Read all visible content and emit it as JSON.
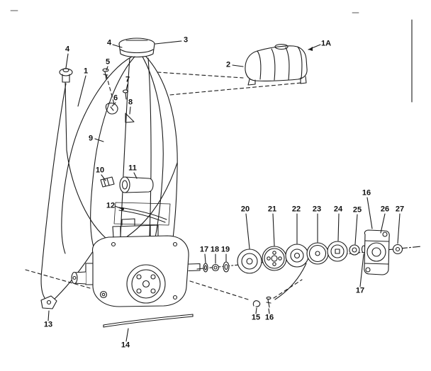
{
  "figure": {
    "type": "exploded-parts-diagram",
    "background_color": "#ffffff",
    "line_color": "#1b1b1b"
  },
  "callouts": [
    {
      "label": "4"
    },
    {
      "label": "1"
    },
    {
      "label": "4"
    },
    {
      "label": "5"
    },
    {
      "label": "3"
    },
    {
      "label": "2"
    },
    {
      "label": "1A"
    },
    {
      "label": "7"
    },
    {
      "label": "6"
    },
    {
      "label": "8"
    },
    {
      "label": "9"
    },
    {
      "label": "10"
    },
    {
      "label": "11"
    },
    {
      "label": "12"
    },
    {
      "label": "20"
    },
    {
      "label": "21"
    },
    {
      "label": "22"
    },
    {
      "label": "23"
    },
    {
      "label": "24"
    },
    {
      "label": "25"
    },
    {
      "label": "16"
    },
    {
      "label": "26"
    },
    {
      "label": "27"
    },
    {
      "label": "17"
    },
    {
      "label": "18"
    },
    {
      "label": "19"
    },
    {
      "label": "17"
    },
    {
      "label": "13"
    },
    {
      "label": "14"
    },
    {
      "label": "15"
    },
    {
      "label": "16"
    }
  ]
}
